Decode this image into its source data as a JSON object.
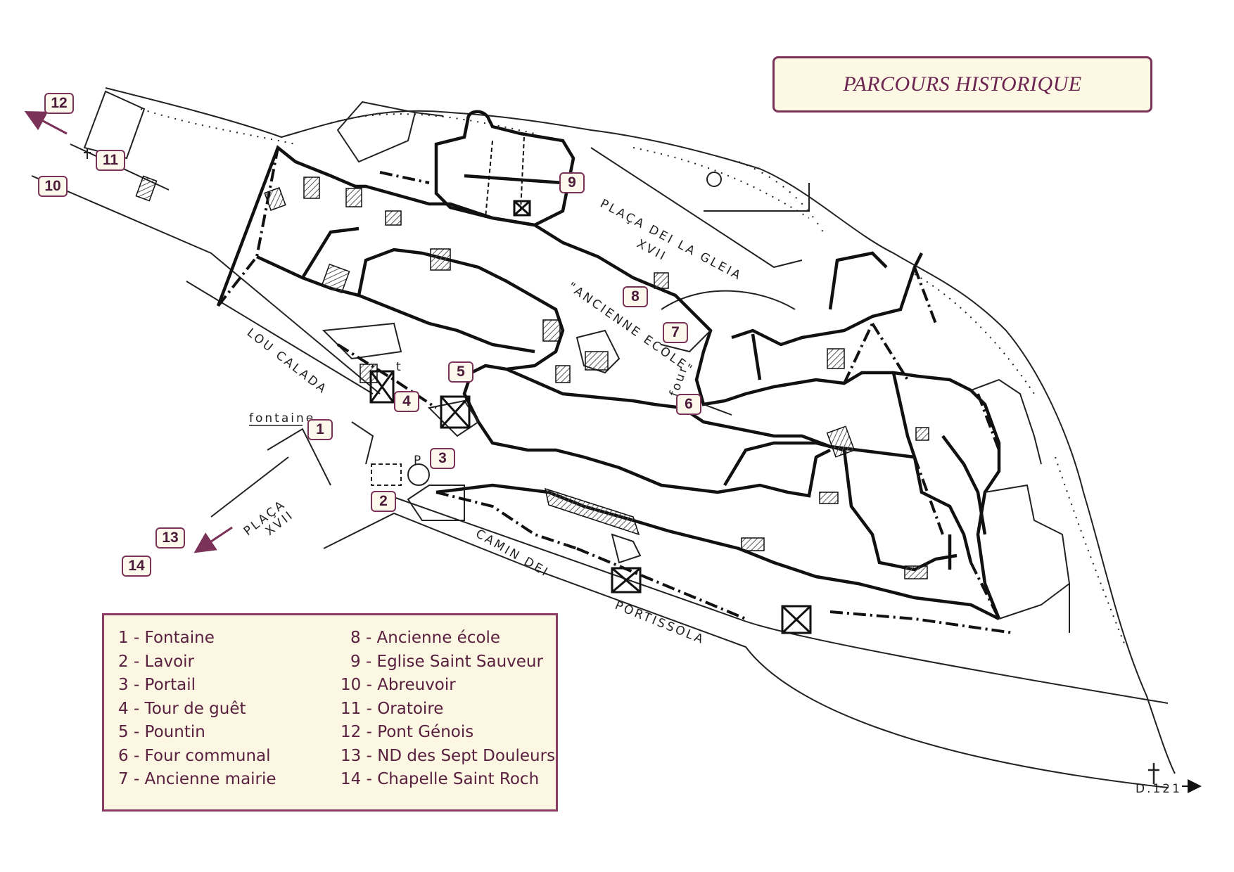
{
  "title": "PARCOURS HISTORIQUE",
  "map_labels": {
    "placa_dei_la_gleia": "PLAÇA DEI LA GLEIA",
    "xvii_top": "XVII",
    "ancienne_ecole": "\"ANCIENNE ECOLE\"",
    "lou_calada": "LOU CALADA",
    "fontaine": "fontaine",
    "placa": "PLAÇA",
    "xvii_bottom": "XVII",
    "camin_dei": "CAMIN DEI",
    "portissola": "PORTISSOLA",
    "four": "four",
    "p": "P",
    "road": "D.121",
    "cross": "t"
  },
  "markers": [
    "1",
    "2",
    "3",
    "4",
    "5",
    "6",
    "7",
    "8",
    "9",
    "10",
    "11",
    "12",
    "13",
    "14"
  ],
  "legend": {
    "col1": [
      "1 - Fontaine",
      "2 - Lavoir",
      "3 - Portail",
      "4 - Tour de guêt",
      "5 - Pountin",
      "6 - Four communal",
      "7 - Ancienne mairie"
    ],
    "col2": [
      "8 - Ancienne école",
      "9 - Eglise Saint Sauveur",
      "10 - Abreuvoir",
      "11 - Oratoire",
      "12 - Pont Génois",
      "13 - ND des Sept Douleurs",
      "14 - Chapelle Saint Roch"
    ]
  },
  "colors": {
    "accent": "#7a3258",
    "panel": "#fbf7e2",
    "ink": "#111111"
  }
}
